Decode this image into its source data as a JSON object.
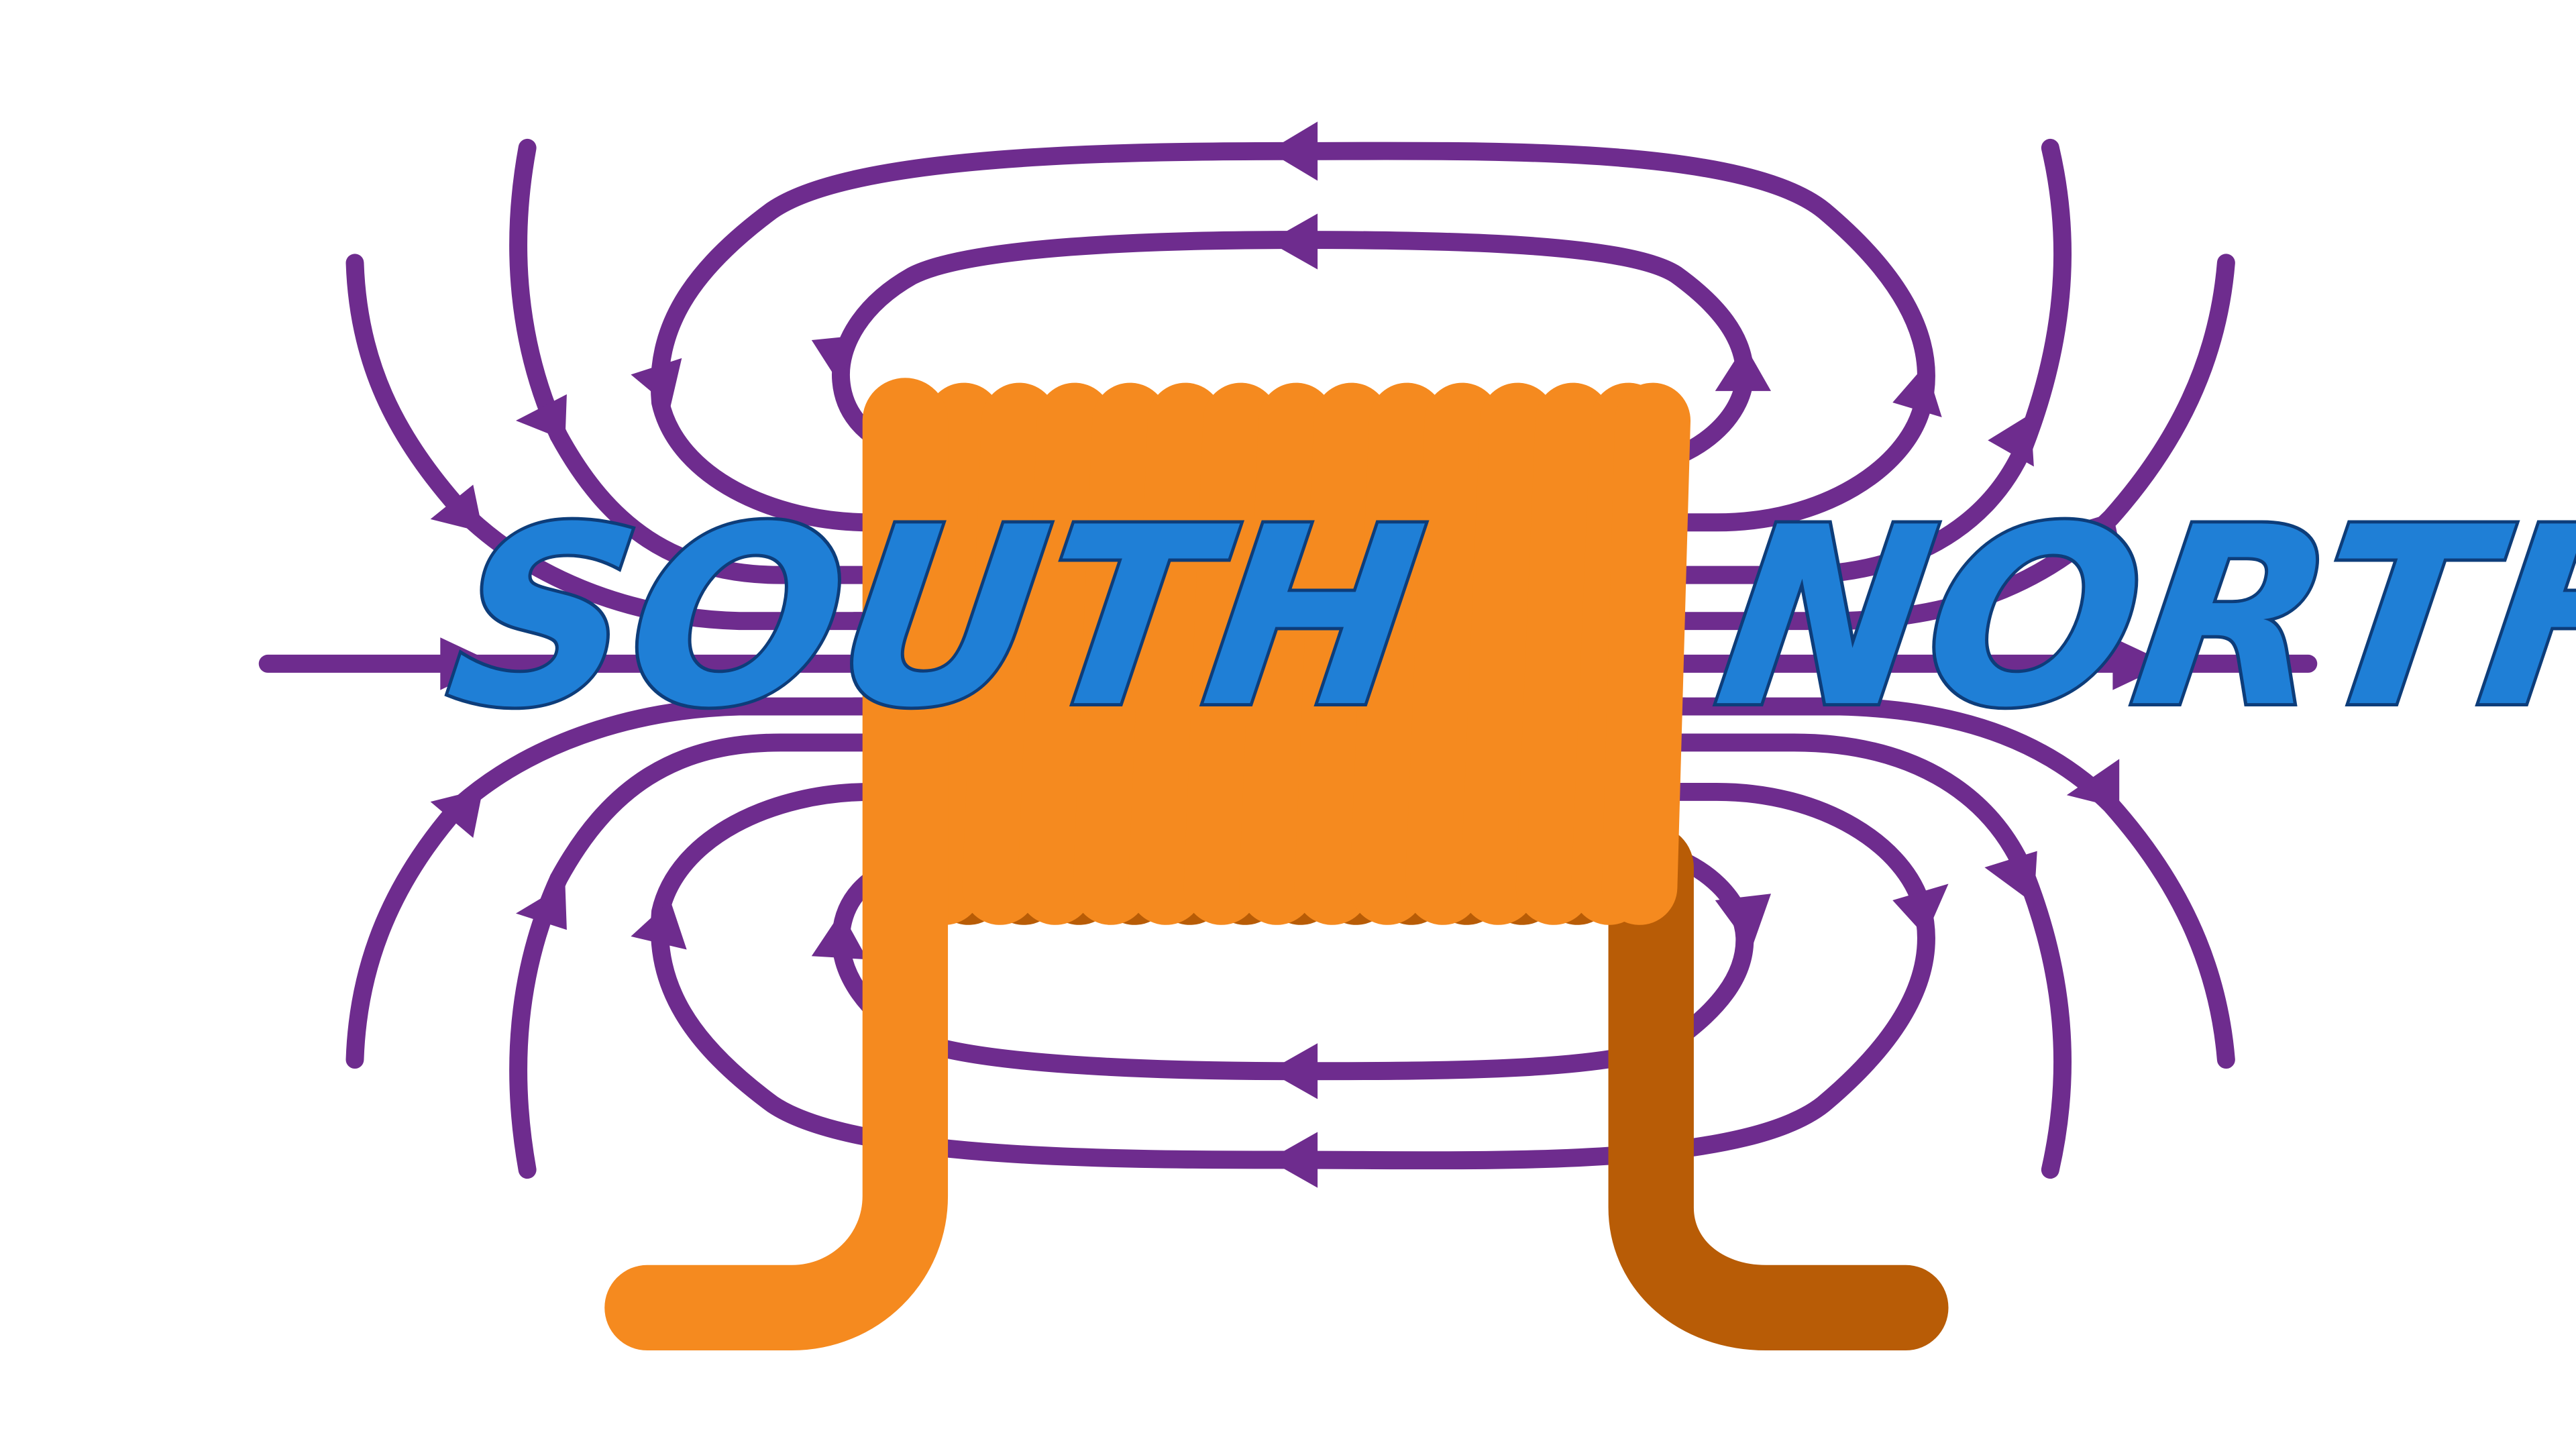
{
  "labels": {
    "south": "SOUTH",
    "north": "NORTH"
  },
  "colors": {
    "field": "#6e2c8e",
    "coil_front": "#f58a1f",
    "coil_back": "#b85c06",
    "label": "#1f7fd6",
    "background": "#ffffff"
  },
  "coil": {
    "front_turns": 14,
    "back_turns": 13
  }
}
